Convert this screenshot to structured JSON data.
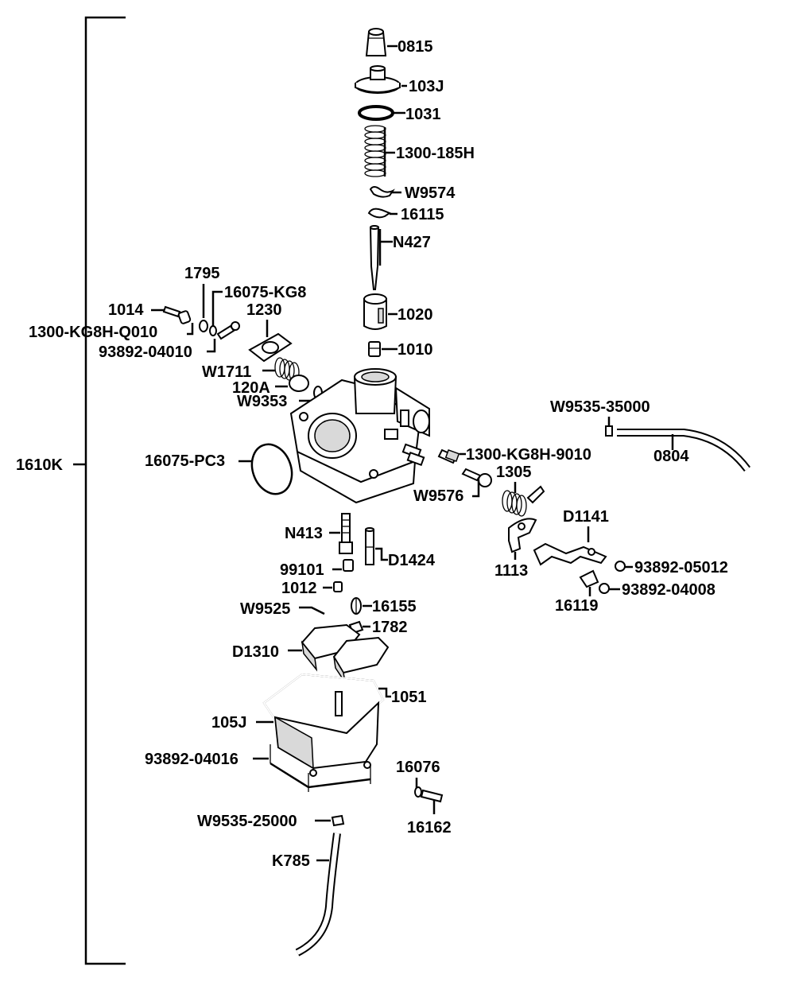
{
  "diagram": {
    "assembly_label": "1610K",
    "parts": {
      "p0815": "0815",
      "p103J": "103J",
      "p1031": "1031",
      "p1300_185H": "1300-185H",
      "pW9574": "W9574",
      "p16115": "16115",
      "pN427": "N427",
      "p1795": "1795",
      "p16075_KG8": "16075-KG8",
      "p1014": "1014",
      "p1230": "1230",
      "p1300_KG8H_Q010": "1300-KG8H-Q010",
      "p93892_04010": "93892-04010",
      "p1020": "1020",
      "p1010": "1010",
      "pW1711": "W1711",
      "p120A": "120A",
      "pW9353": "W9353",
      "pW9535_35000": "W9535-35000",
      "p0804": "0804",
      "p16075_PC3": "16075-PC3",
      "p1300_KG8H_9010": "1300-KG8H-9010",
      "p1305": "1305",
      "pW9576": "W9576",
      "pD1141": "D1141",
      "pN413": "N413",
      "p1113": "1113",
      "pD1424": "D1424",
      "p99101": "99101",
      "p93892_05012": "93892-05012",
      "p1012": "1012",
      "p93892_04008": "93892-04008",
      "p16119": "16119",
      "pW9525": "W9525",
      "p16155": "16155",
      "p1782": "1782",
      "pD1310": "D1310",
      "p1051": "1051",
      "p105J": "105J",
      "p93892_04016": "93892-04016",
      "p16076": "16076",
      "pW9535_25000": "W9535-25000",
      "p16162": "16162",
      "pK785": "K785"
    }
  }
}
